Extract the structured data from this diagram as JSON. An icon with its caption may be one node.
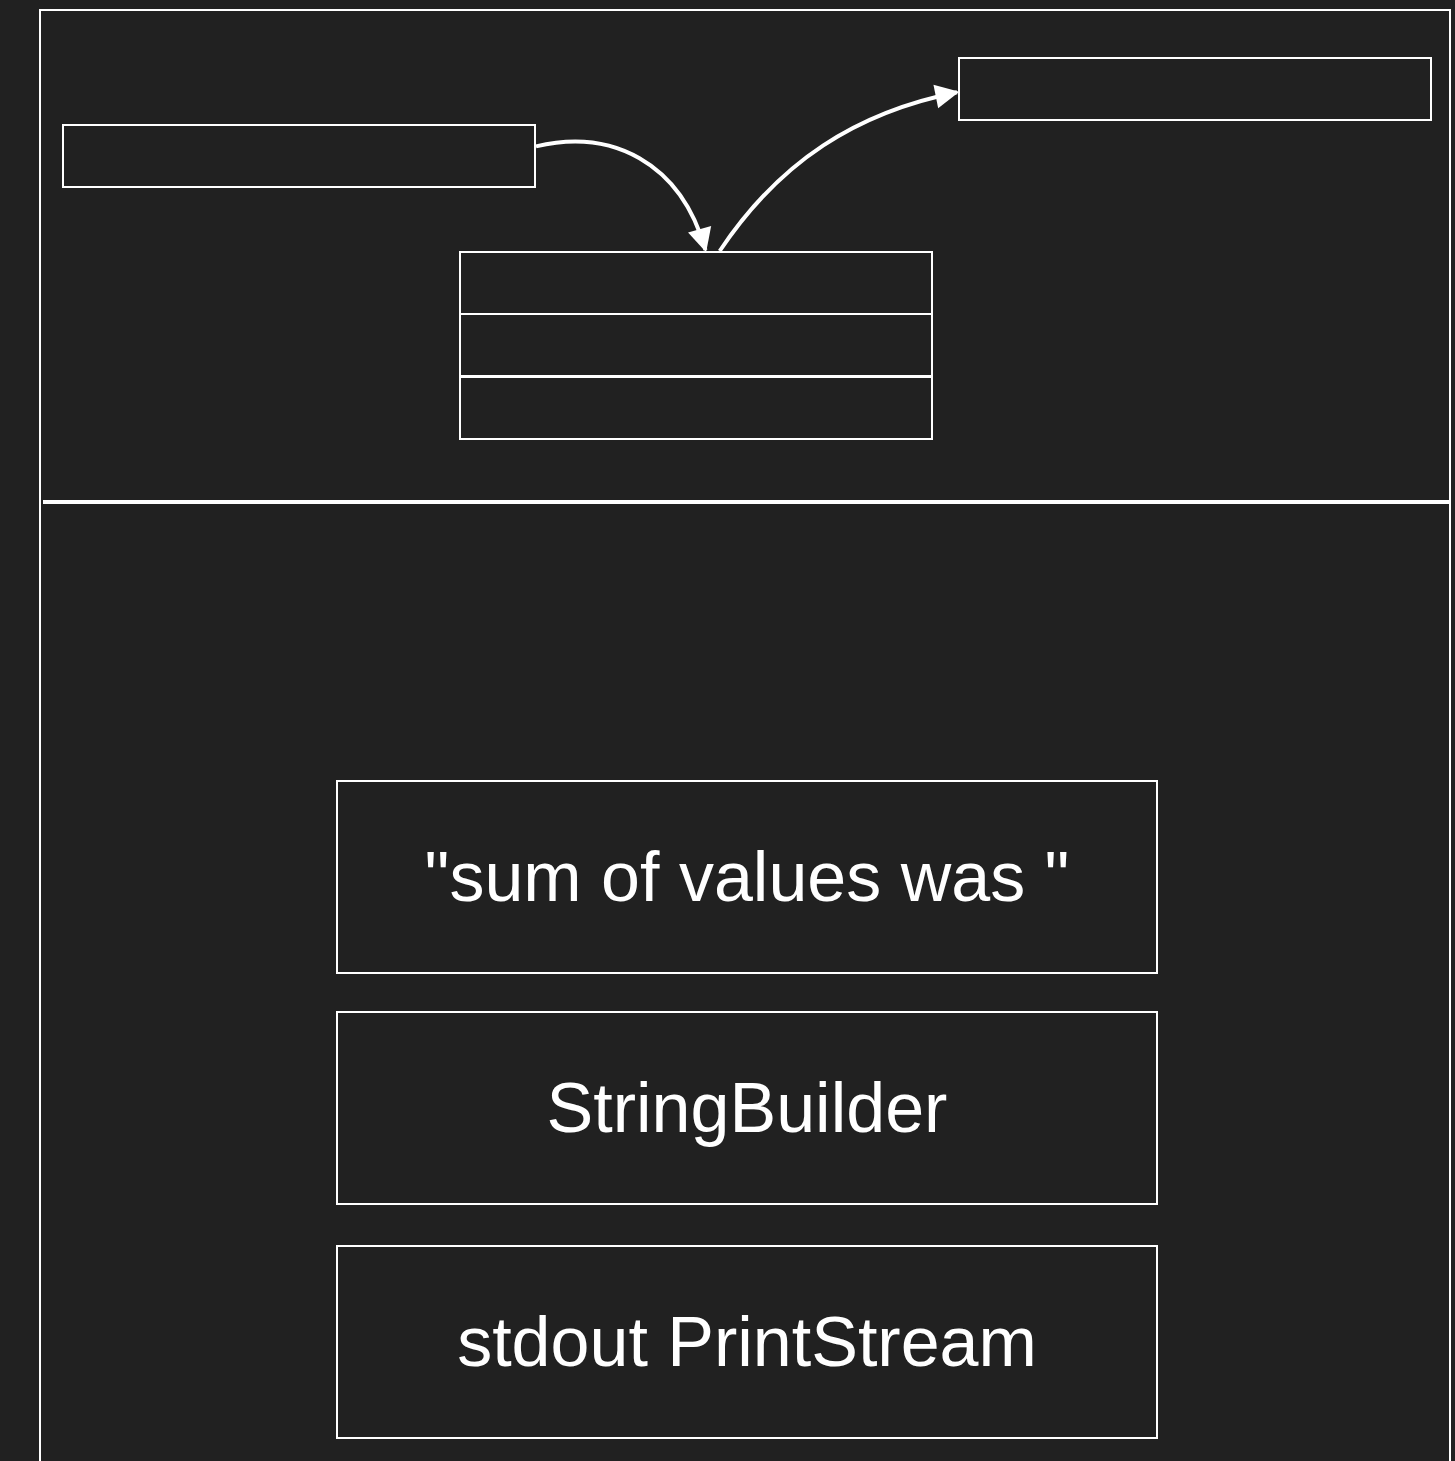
{
  "diagram": {
    "nodes": [
      {
        "text": [],
        "shape": "box"
      },
      {
        "text": [],
        "shape": "box"
      },
      {
        "text": [],
        "shape": "box"
      },
      {
        "text": [],
        "shape": "box"
      },
      {
        "text": [],
        "shape": "box"
      },
      {
        "text": [
          "\"sum of values was \""
        ]
      },
      {
        "text": [
          "StringBuilder"
        ]
      },
      {
        "text": [
          "stdout PrintStream"
        ]
      }
    ],
    "edges": [
      {
        "from": 0,
        "to": 2,
        "arrow": "to"
      },
      {
        "from": 2,
        "to": 1,
        "arrow": "to"
      }
    ]
  }
}
